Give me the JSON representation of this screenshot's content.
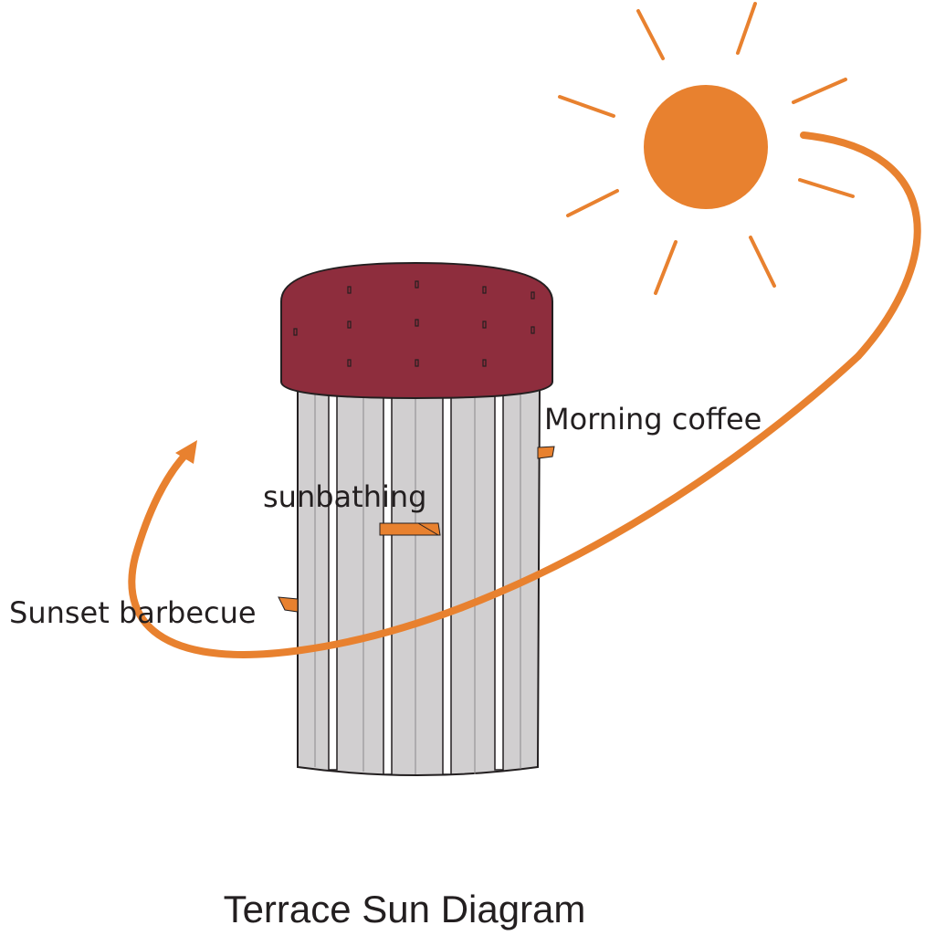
{
  "title": "Terrace Sun Diagram",
  "labels": {
    "morning": "Morning coffee",
    "sunbathing": "sunbathing",
    "sunset": "Sunset barbecue"
  },
  "colors": {
    "sun": "#e8812f",
    "path": "#e8812f",
    "crown": "#8e2d3d",
    "facade": "#d1cfd0",
    "terrace": "#e8812f",
    "outline": "#231f20"
  }
}
